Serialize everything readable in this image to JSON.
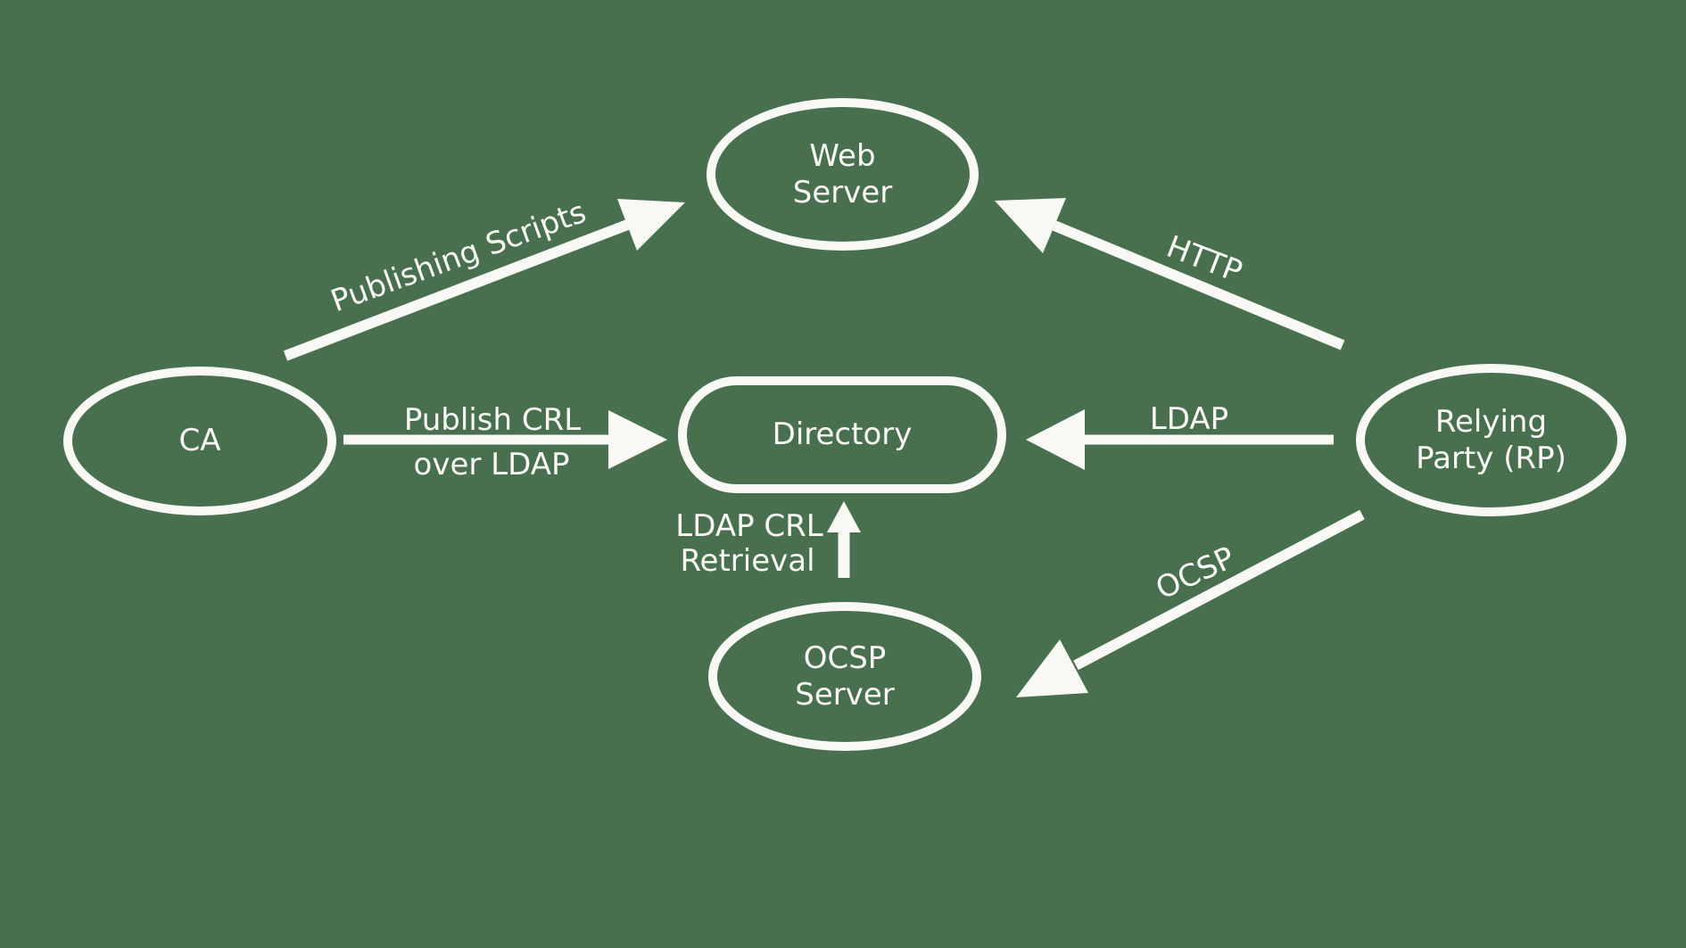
{
  "canvas": {
    "background_color": "#48704E",
    "stroke_color": "#F8F8F5"
  },
  "nodes": {
    "ca": {
      "label": "CA",
      "shape": "ellipse"
    },
    "web_server": {
      "line1": "Web",
      "line2": "Server",
      "shape": "ellipse"
    },
    "directory": {
      "label": "Directory",
      "shape": "rounded-rect"
    },
    "relying_party": {
      "line1": "Relying",
      "line2": "Party (RP)",
      "shape": "ellipse"
    },
    "ocsp_server": {
      "line1": "OCSP",
      "line2": "Server",
      "shape": "ellipse"
    }
  },
  "edges": {
    "publishing_scripts": {
      "label": "Publishing Scripts",
      "from": "ca",
      "to": "web_server"
    },
    "publish_crl": {
      "line1": "Publish CRL",
      "line2": "over LDAP",
      "from": "ca",
      "to": "directory"
    },
    "http": {
      "label": "HTTP",
      "from": "relying_party",
      "to": "web_server"
    },
    "ldap": {
      "label": "LDAP",
      "from": "relying_party",
      "to": "directory"
    },
    "ldap_crl_retrieval": {
      "line1": "LDAP CRL",
      "line2": "Retrieval",
      "from": "ocsp_server",
      "to": "directory"
    },
    "ocsp": {
      "label": "OCSP",
      "from": "relying_party",
      "to": "ocsp_server"
    }
  }
}
